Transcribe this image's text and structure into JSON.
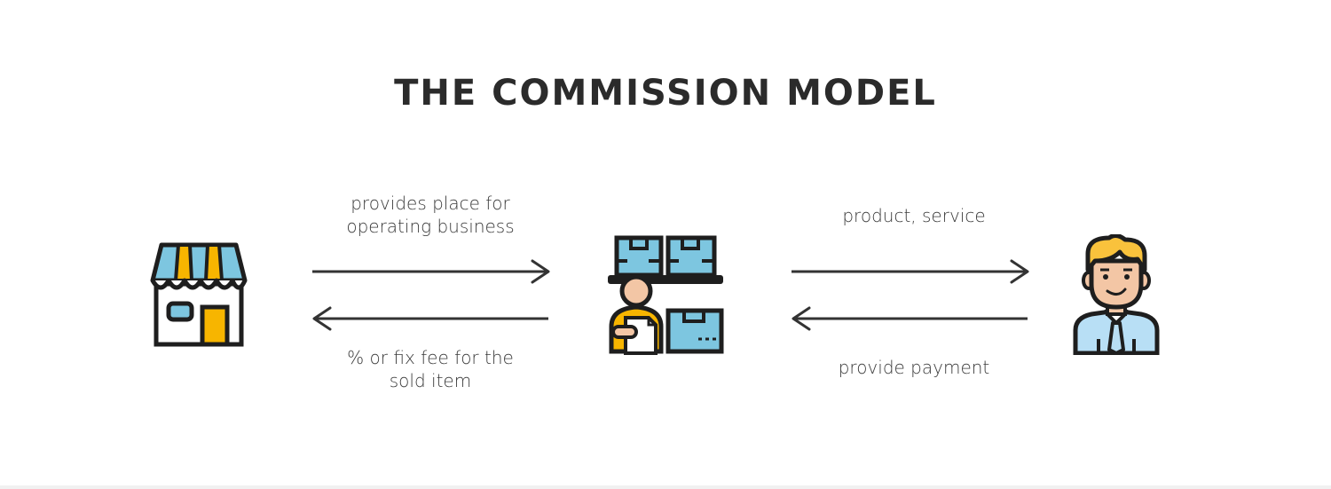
{
  "title": "THE COMMISSION MODEL",
  "nodes": {
    "left": {
      "icon": "storefront-icon"
    },
    "center": {
      "icon": "warehouse-worker-icon"
    },
    "right": {
      "icon": "customer-icon"
    }
  },
  "edges": {
    "store_to_marketplace": {
      "line1": "provides place for",
      "line2": "operating business"
    },
    "marketplace_to_store": {
      "line1": "% or fix fee for the",
      "line2": "sold item"
    },
    "marketplace_to_customer": {
      "line1": "product, service"
    },
    "customer_to_marketplace": {
      "line1": "provide payment"
    }
  },
  "colors": {
    "outline": "#1e1e1e",
    "blue": "#7dc6e0",
    "yellow": "#f7b500",
    "skin": "#f3c6a5",
    "shirt": "#b8dff5",
    "hair": "#f9c23c",
    "white": "#ffffff",
    "arrow": "#333333"
  }
}
